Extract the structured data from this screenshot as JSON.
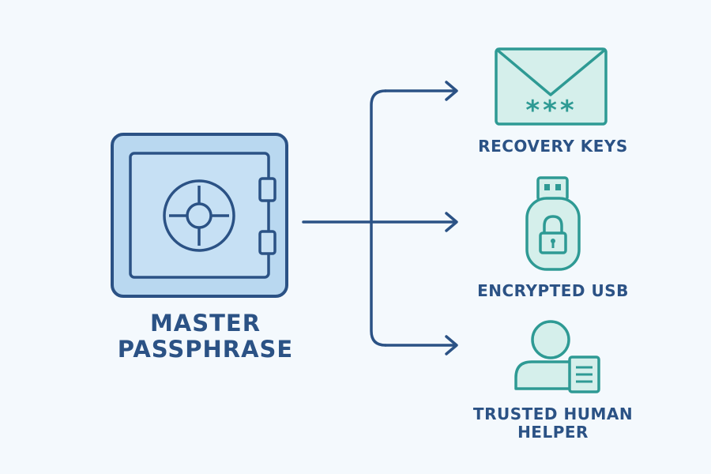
{
  "colors": {
    "background": "#f4f9fd",
    "primary_stroke": "#2b5285",
    "safe_fill": "#b9d8f0",
    "safe_inner_fill": "#c6e0f4",
    "secondary_stroke": "#2e9a94",
    "secondary_fill": "#d5efeb",
    "label_text": "#2b5285"
  },
  "source": {
    "icon": "safe-icon",
    "label_lines": [
      "MASTER",
      "PASSPHRASE"
    ]
  },
  "targets": [
    {
      "id": "recovery-keys",
      "icon": "envelope-password-icon",
      "label_lines": [
        "RECOVERY KEYS"
      ],
      "mask": "***"
    },
    {
      "id": "encrypted-usb",
      "icon": "usb-lock-icon",
      "label_lines": [
        "ENCRYPTED USB"
      ]
    },
    {
      "id": "trusted-helper",
      "icon": "person-document-icon",
      "label_lines": [
        "TRUSTED HUMAN",
        "HELPER"
      ]
    }
  ]
}
